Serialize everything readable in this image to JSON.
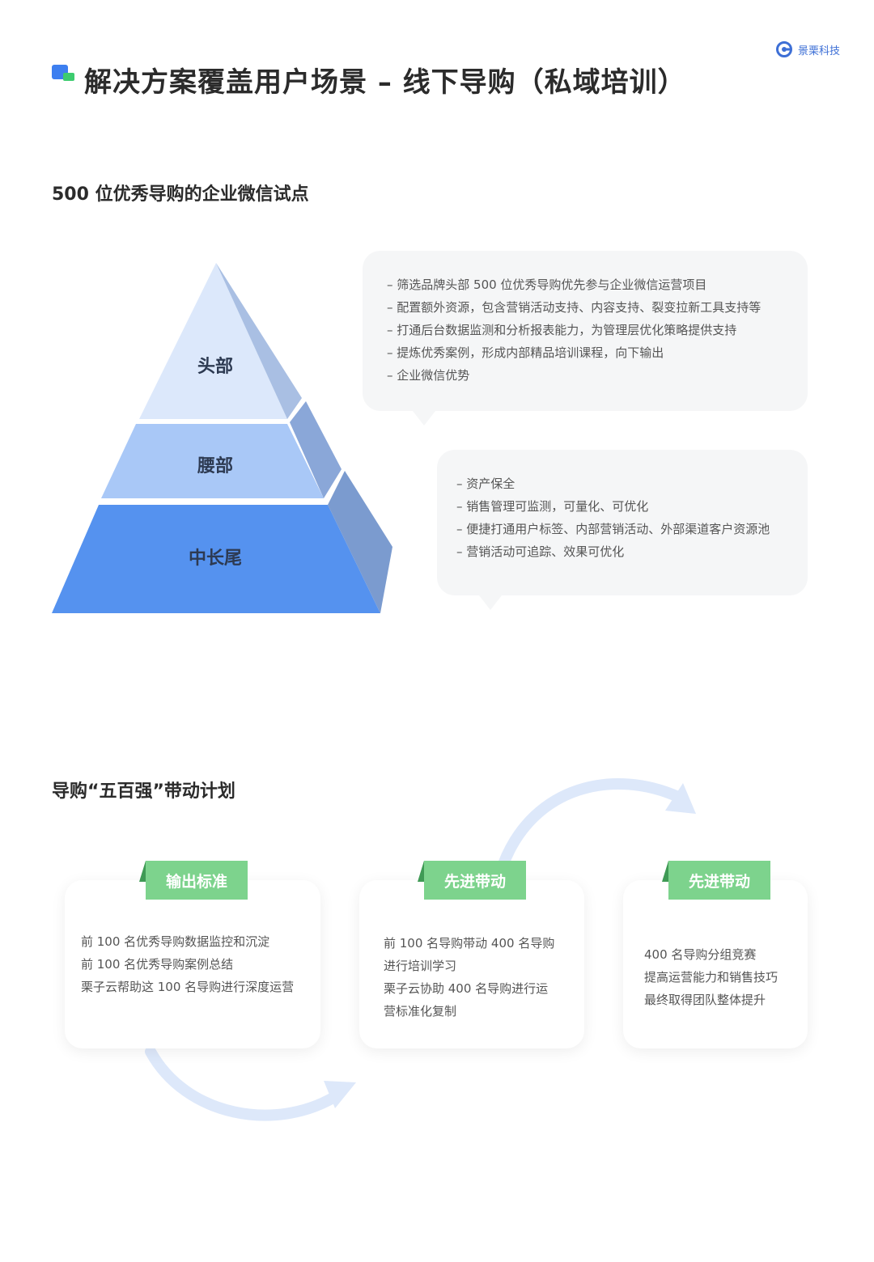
{
  "header": {
    "title": "解决方案覆盖用户场景 – 线下导购（私域培训）",
    "brand_name": "景栗科技"
  },
  "section1": {
    "title": "500 位优秀导购的企业微信试点",
    "pyramid": {
      "levels": [
        "头部",
        "腰部",
        "中长尾"
      ],
      "colors": {
        "top_face": "#dce8fb",
        "top_side": "#a9bfe3",
        "mid_face": "#a9c8f7",
        "mid_side": "#8aa7d8",
        "bot_face": "#5592ef",
        "bot_side": "#7b9bcf"
      }
    },
    "bubble1": [
      "– 筛选品牌头部 500 位优秀导购优先参与企业微信运营项目",
      "– 配置额外资源，包含营销活动支持、内容支持、裂变拉新工具支持等",
      "– 打通后台数据监测和分析报表能力，为管理层优化策略提供支持",
      "– 提炼优秀案例，形成内部精品培训课程，向下输出",
      "– 企业微信优势"
    ],
    "bubble2": [
      "– 资产保全",
      "– 销售管理可监测，可量化、可优化",
      "– 便捷打通用户标签、内部营销活动、外部渠道客户资源池",
      "– 营销活动可追踪、效果可优化"
    ]
  },
  "section2": {
    "title": "导购“五百强”带动计划",
    "cards": [
      {
        "tag": "输出标准",
        "lines": [
          "前 100 名优秀导购数据监控和沉淀",
          "前 100 名优秀导购案例总结",
          "栗子云帮助这 100 名导购进行深度运营"
        ]
      },
      {
        "tag": "先进带动",
        "lines": [
          "前 100 名导购带动 400 名导购",
          "进行培训学习",
          "栗子云协助 400 名导购进行运",
          "营标准化复制"
        ]
      },
      {
        "tag": "先进带动",
        "lines": [
          "400 名导购分组竞赛",
          "提高运营能力和销售技巧",
          "最终取得团队整体提升"
        ]
      }
    ],
    "colors": {
      "tag": "#7dd38d",
      "tag_fold": "#3f9a55",
      "arrow": "#dde8fa"
    }
  },
  "colors": {
    "accent_blue": "#3d7ff0",
    "accent_green": "#3dcc6f"
  }
}
